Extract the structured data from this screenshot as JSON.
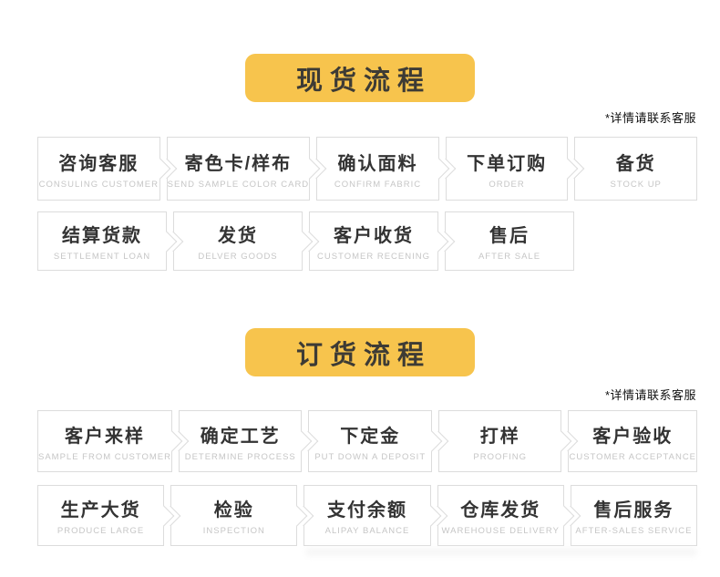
{
  "colors": {
    "badge_bg": "#F7C44D",
    "badge_text": "#3D3B35",
    "box_border": "#DCDCDC",
    "title_text": "#333333",
    "subtitle_text": "#C6C6C6",
    "note_text": "#111111"
  },
  "sections": [
    {
      "badge": "现货流程",
      "note": "*详情请联系客服",
      "rows": [
        {
          "steps": [
            {
              "zh": "咨询客服",
              "en": "CONSULING CUSTOMER"
            },
            {
              "zh": "寄色卡/样布",
              "en": "SEND SAMPLE COLOR CARD"
            },
            {
              "zh": "确认面料",
              "en": "CONFIRM FABRIC"
            },
            {
              "zh": "下单订购",
              "en": "ORDER"
            },
            {
              "zh": "备货",
              "en": "STOCK UP"
            }
          ]
        },
        {
          "steps": [
            {
              "zh": "结算货款",
              "en": "SETTLEMENT LOAN"
            },
            {
              "zh": "发货",
              "en": "DELVER GOODS"
            },
            {
              "zh": "客户收货",
              "en": "CUSTOMER RECENING"
            },
            {
              "zh": "售后",
              "en": "AFTER SALE"
            }
          ]
        }
      ]
    },
    {
      "badge": "订货流程",
      "note": "*详情请联系客服",
      "rows": [
        {
          "steps": [
            {
              "zh": "客户来样",
              "en": "SAMPLE FROM CUSTOMER"
            },
            {
              "zh": "确定工艺",
              "en": "DETERMINE PROCESS"
            },
            {
              "zh": "下定金",
              "en": "PUT DOWN A DEPOSIT"
            },
            {
              "zh": "打样",
              "en": "PROOFING"
            },
            {
              "zh": "客户验收",
              "en": "CUSTOMER ACCEPTANCE"
            }
          ]
        },
        {
          "steps": [
            {
              "zh": "生产大货",
              "en": "PRODUCE LARGE"
            },
            {
              "zh": "检验",
              "en": "INSPECTION"
            },
            {
              "zh": "支付余额",
              "en": "ALIPAY BALANCE"
            },
            {
              "zh": "仓库发货",
              "en": "WAREHOUSE DELIVERY"
            },
            {
              "zh": "售后服务",
              "en": "AFTER-SALES SERVICE"
            }
          ]
        }
      ]
    }
  ]
}
